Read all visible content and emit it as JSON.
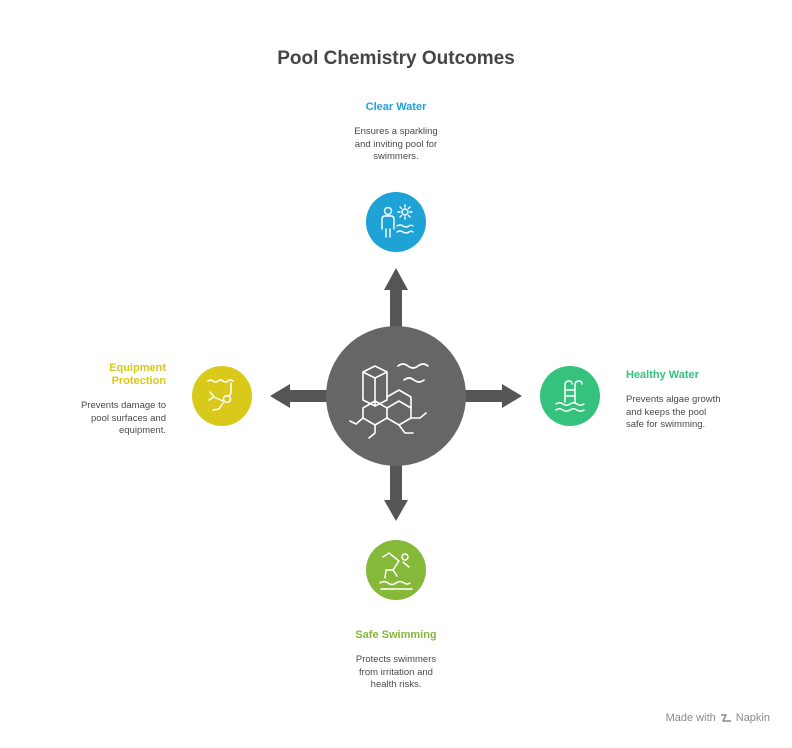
{
  "title": "Pool Chemistry Outcomes",
  "colors": {
    "hub": "#666666",
    "arrow": "#555555",
    "clear": "#1fa2d6",
    "healthy": "#34c27c",
    "safe": "#86b83a",
    "equipment": "#d8c91b"
  },
  "nodes": {
    "top": {
      "title": "Clear Water",
      "desc": [
        "Ensures a sparkling",
        "and inviting pool for",
        "swimmers."
      ],
      "icon": "swimmer-sun-icon"
    },
    "right": {
      "title": "Healthy Water",
      "desc": [
        "Prevents algae growth",
        "and keeps the pool",
        "safe for swimming."
      ],
      "icon": "pool-ladder-icon"
    },
    "bottom": {
      "title": "Safe Swimming",
      "desc": [
        "Protects swimmers",
        "from irritation and",
        "health risks."
      ],
      "icon": "diver-icon"
    },
    "left": {
      "title": [
        "Equipment",
        "Protection"
      ],
      "desc": [
        "Prevents damage to",
        "pool surfaces and",
        "equipment."
      ],
      "icon": "snorkel-diver-icon"
    }
  },
  "hub_icon": "chemistry-molecule-icon",
  "footer": {
    "text": "Made with",
    "brand": "Napkin",
    "icon": "napkin-logo-icon"
  }
}
